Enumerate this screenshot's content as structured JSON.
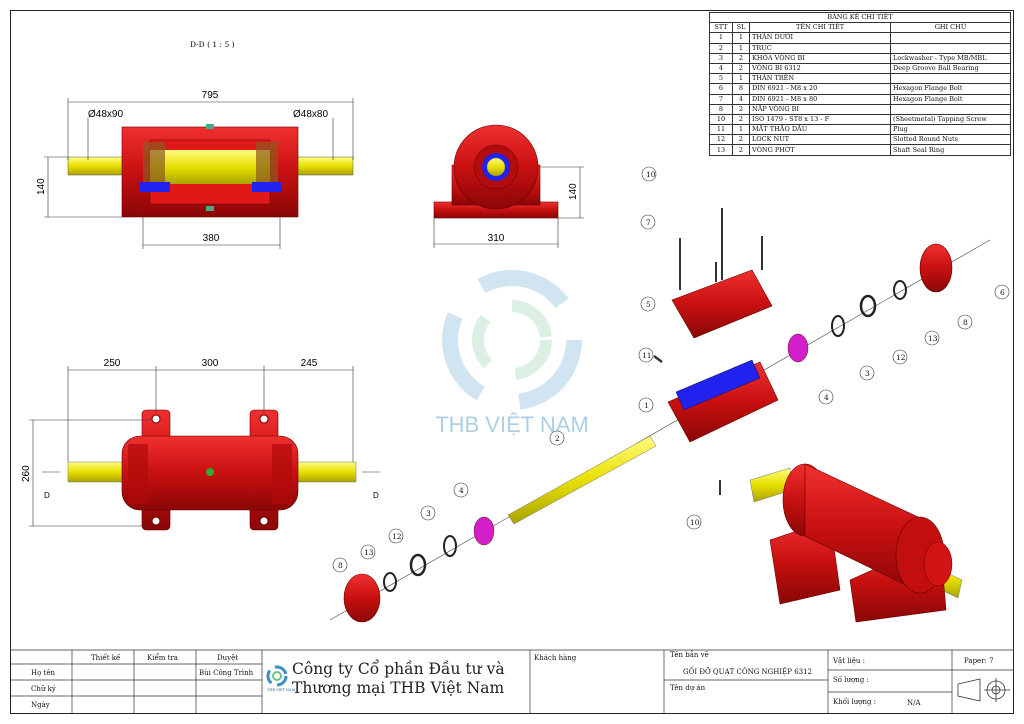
{
  "view_label": "D-D ( 1 : 5 )",
  "dimensions": {
    "total_length": "795",
    "dia_left": "Ø48x90",
    "dia_right": "Ø48x80",
    "height_top": "140",
    "base_width": "380",
    "end_width": "310",
    "end_height": "140",
    "seg1": "250",
    "seg2": "300",
    "seg3": "245",
    "height_plan": "260",
    "section_mark": "D"
  },
  "bom": {
    "title": "BẢNG KÊ CHI TIẾT",
    "headers": [
      "STT",
      "SL",
      "TÊN CHI TIẾT",
      "GHI CHÚ"
    ],
    "rows": [
      [
        "1",
        "1",
        "THÂN DƯỚI",
        ""
      ],
      [
        "2",
        "1",
        "TRỤC",
        ""
      ],
      [
        "3",
        "2",
        "KHÓA VÒNG BI",
        "Lockwasher - Type MB/MBL"
      ],
      [
        "4",
        "2",
        "VÒNG BI 6312",
        "Deep Groove Ball Bearing"
      ],
      [
        "5",
        "1",
        "THÂN TRÊN",
        ""
      ],
      [
        "6",
        "8",
        "DIN 6921 - M8 x 20",
        "Hexagon Flange Bolt"
      ],
      [
        "7",
        "4",
        "DIN 6921 - M8 x 80",
        "Hexagon Flange Bolt"
      ],
      [
        "8",
        "2",
        "NẮP VÒNG BI",
        ""
      ],
      [
        "10",
        "2",
        "ISO 1479 - ST8 x 13 - F",
        "(Sheetmetal) Tapping Screw"
      ],
      [
        "11",
        "1",
        "MẮT THĂO DẦU",
        "Plug"
      ],
      [
        "12",
        "2",
        "LOCK NUT",
        "Slotted Round Nuts"
      ],
      [
        "13",
        "2",
        "VÒNG PHỚT",
        "Shaft Seal Ring"
      ]
    ]
  },
  "balloons": [
    "10",
    "7",
    "5",
    "11",
    "1",
    "2",
    "4",
    "3",
    "12",
    "13",
    "8",
    "6",
    "4",
    "3",
    "12",
    "13",
    "8",
    "10"
  ],
  "watermark": "THB VIỆT NAM",
  "title_block": {
    "col_designed": "Thiết kế",
    "col_checked": "Kiểm tra",
    "col_approved": "Duyệt",
    "row_name": "Họ tên",
    "row_signature": "Chữ ký",
    "row_date": "Ngày",
    "approved_name": "Bùi Công Trình",
    "logo_text": "THB VIỆT NAM",
    "company_line1": "Công ty Cổ phần Đầu tư và",
    "company_line2": "Thương mại THB Việt Nam",
    "customer_label": "Khách hàng",
    "drawing_name_label": "Tên bản vẽ",
    "drawing_name": "GỐI ĐỠ QUẠT CÔNG NGHIỆP 6312",
    "project_label": "Tên dự án",
    "material_label": "Vật liệu :",
    "quantity_label": "Số lượng :",
    "weight_label": "Khối lượng :",
    "weight_value": "N/A",
    "paper_label": "Paper: 7"
  },
  "colors": {
    "housing": "#d41414",
    "shaft": "#e8e000",
    "bearing": "#d31fc9",
    "cap_blue": "#2222ee"
  }
}
